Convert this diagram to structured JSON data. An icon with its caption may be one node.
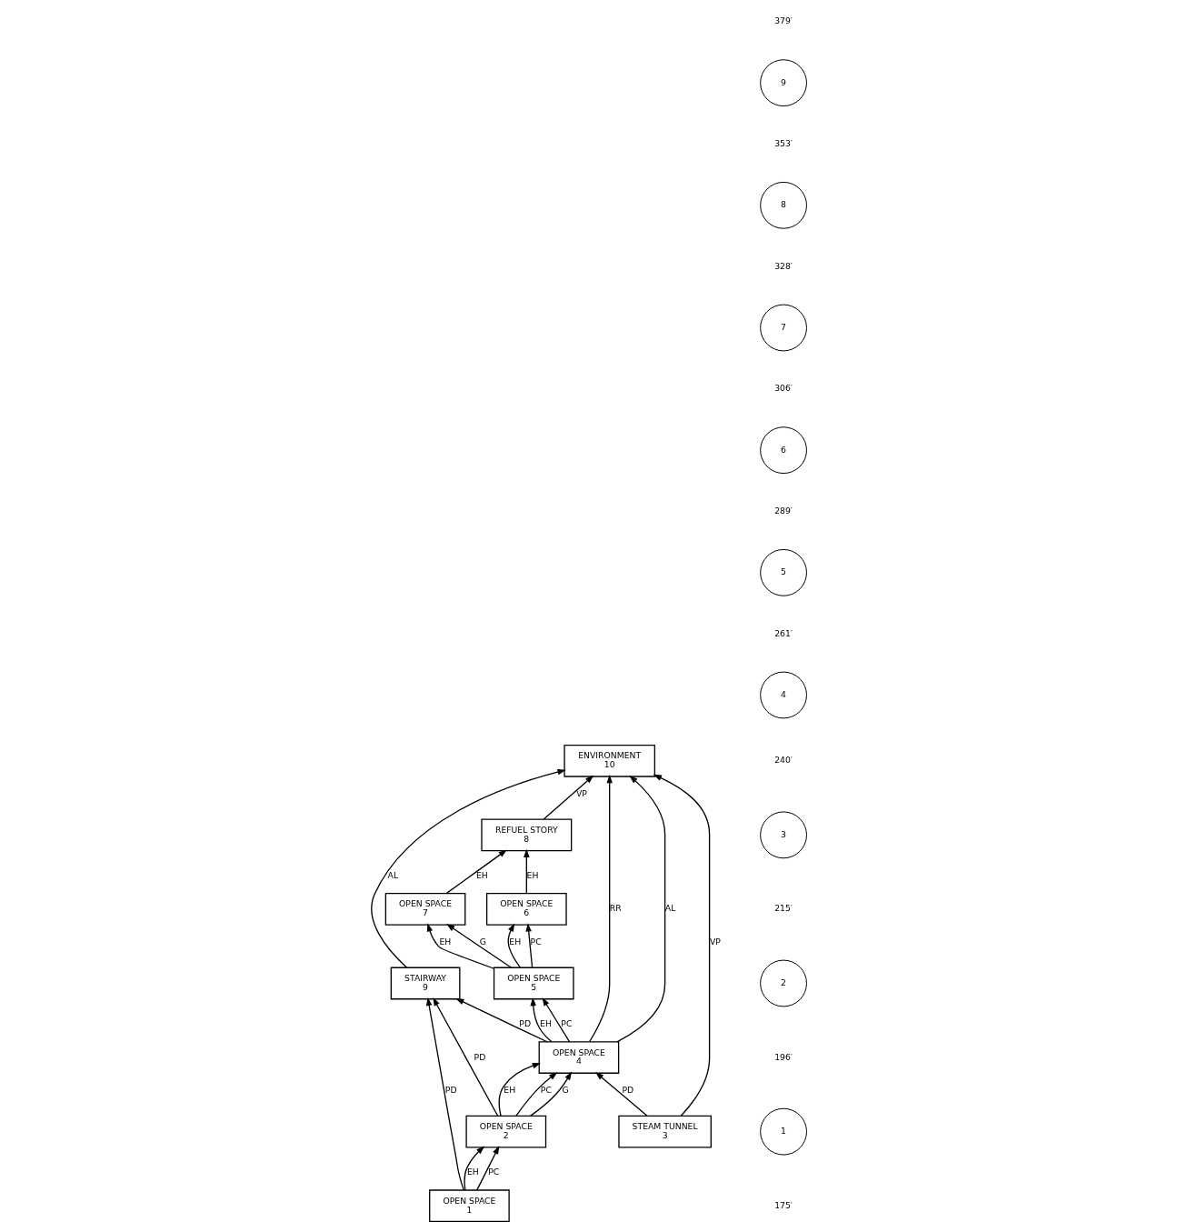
{
  "diagram": {
    "nodes": [
      {
        "text": [
          "ENVIRONMENT",
          "10"
        ]
      },
      {
        "text": [
          "REFUEL STORY",
          "8"
        ]
      },
      {
        "text": [
          "OPEN SPACE",
          "6"
        ]
      },
      {
        "text": [
          "OPEN SPACE",
          "7"
        ]
      },
      {
        "text": [
          "OPEN SPACE",
          "5"
        ]
      },
      {
        "text": [
          "OPEN SPACE",
          "4"
        ]
      },
      {
        "text": [
          "STAIRWAY",
          "9"
        ]
      },
      {
        "text": [
          "STEAM TUNNEL",
          "3"
        ]
      },
      {
        "text": [
          "OPEN SPACE",
          "2"
        ]
      },
      {
        "text": [
          "OPEN SPACE",
          "1"
        ]
      }
    ],
    "edges": [
      {
        "from": 1,
        "to": 0,
        "arrow": "to",
        "label": "VP"
      },
      {
        "from": 2,
        "to": 1,
        "arrow": "to",
        "label": "EH"
      },
      {
        "from": 3,
        "to": 1,
        "arrow": "to",
        "label": "EH"
      },
      {
        "from": 4,
        "to": 2,
        "arrow": "to",
        "label": "EH"
      },
      {
        "from": 4,
        "to": 2,
        "arrow": "to",
        "label": "PC"
      },
      {
        "from": 4,
        "to": 3,
        "arrow": "to",
        "label": "EH"
      },
      {
        "from": 4,
        "to": 3,
        "arrow": "to",
        "label": "G"
      },
      {
        "from": 5,
        "to": 4,
        "arrow": "to",
        "label": "EH"
      },
      {
        "from": 5,
        "to": 4,
        "arrow": "to",
        "label": "PC"
      },
      {
        "from": 5,
        "to": 0,
        "arrow": "to",
        "label": "RR"
      },
      {
        "from": 5,
        "to": 0,
        "arrow": "to",
        "label": "AL"
      },
      {
        "from": 6,
        "to": 0,
        "arrow": "to",
        "label": "AL"
      },
      {
        "from": 7,
        "to": 0,
        "arrow": "to",
        "label": "VP"
      },
      {
        "from": 5,
        "to": 6,
        "arrow": "to",
        "label": "PD"
      },
      {
        "from": 7,
        "to": 5,
        "arrow": "to",
        "label": "PD"
      },
      {
        "from": 8,
        "to": 5,
        "arrow": "to",
        "label": "EH"
      },
      {
        "from": 8,
        "to": 5,
        "arrow": "to",
        "label": "PC"
      },
      {
        "from": 8,
        "to": 5,
        "arrow": "to",
        "label": "G"
      },
      {
        "from": 8,
        "to": 6,
        "arrow": "to",
        "label": "PD"
      },
      {
        "from": 9,
        "to": 8,
        "arrow": "to",
        "label": "EH"
      },
      {
        "from": 9,
        "to": 8,
        "arrow": "to",
        "label": "PC"
      },
      {
        "from": 9,
        "to": 6,
        "arrow": "to",
        "label": "PD"
      }
    ],
    "labels": [
      "379′",
      "9",
      "353′",
      "8",
      "328′",
      "7",
      "306′",
      "6",
      "289′",
      "5",
      "261′",
      "4",
      "240′",
      "3",
      "215′",
      "2",
      "196′",
      "1",
      "175′"
    ]
  }
}
